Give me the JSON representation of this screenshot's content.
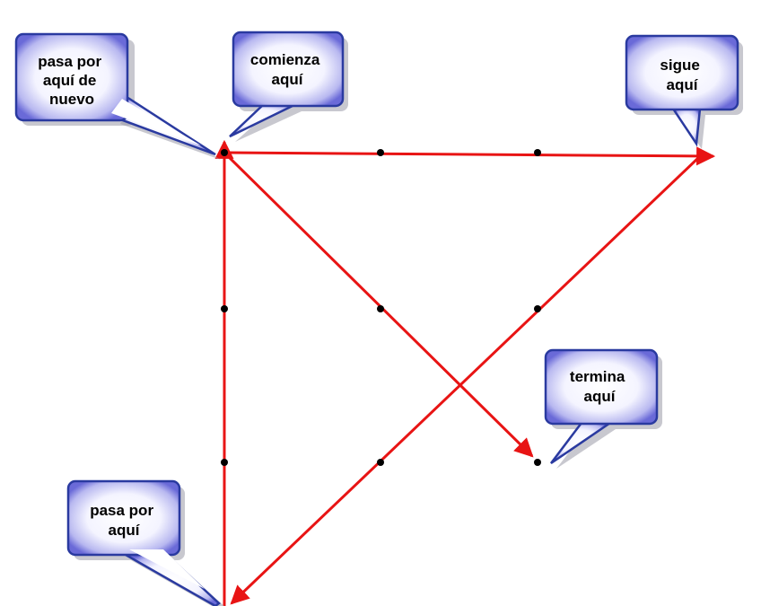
{
  "callouts": {
    "start": [
      "comienza",
      "aquí"
    ],
    "continue": [
      "sigue",
      "aquí"
    ],
    "again": [
      "pasa por",
      "aquí de",
      "nuevo"
    ],
    "pass": [
      "pasa por",
      "aquí"
    ],
    "end": [
      "termina",
      "aquí"
    ]
  },
  "colors": {
    "line": "#e81414",
    "dot": "#000000",
    "bubble_border": "#2a3aa0",
    "bubble_fill_center": "#ffffff",
    "bubble_fill_edge": "#6a6ad8"
  },
  "grid": {
    "rows": 3,
    "cols": 3
  },
  "path_order": [
    "top-left",
    "beyond top-right",
    "beyond bottom-left",
    "top-left",
    "bottom-right"
  ]
}
